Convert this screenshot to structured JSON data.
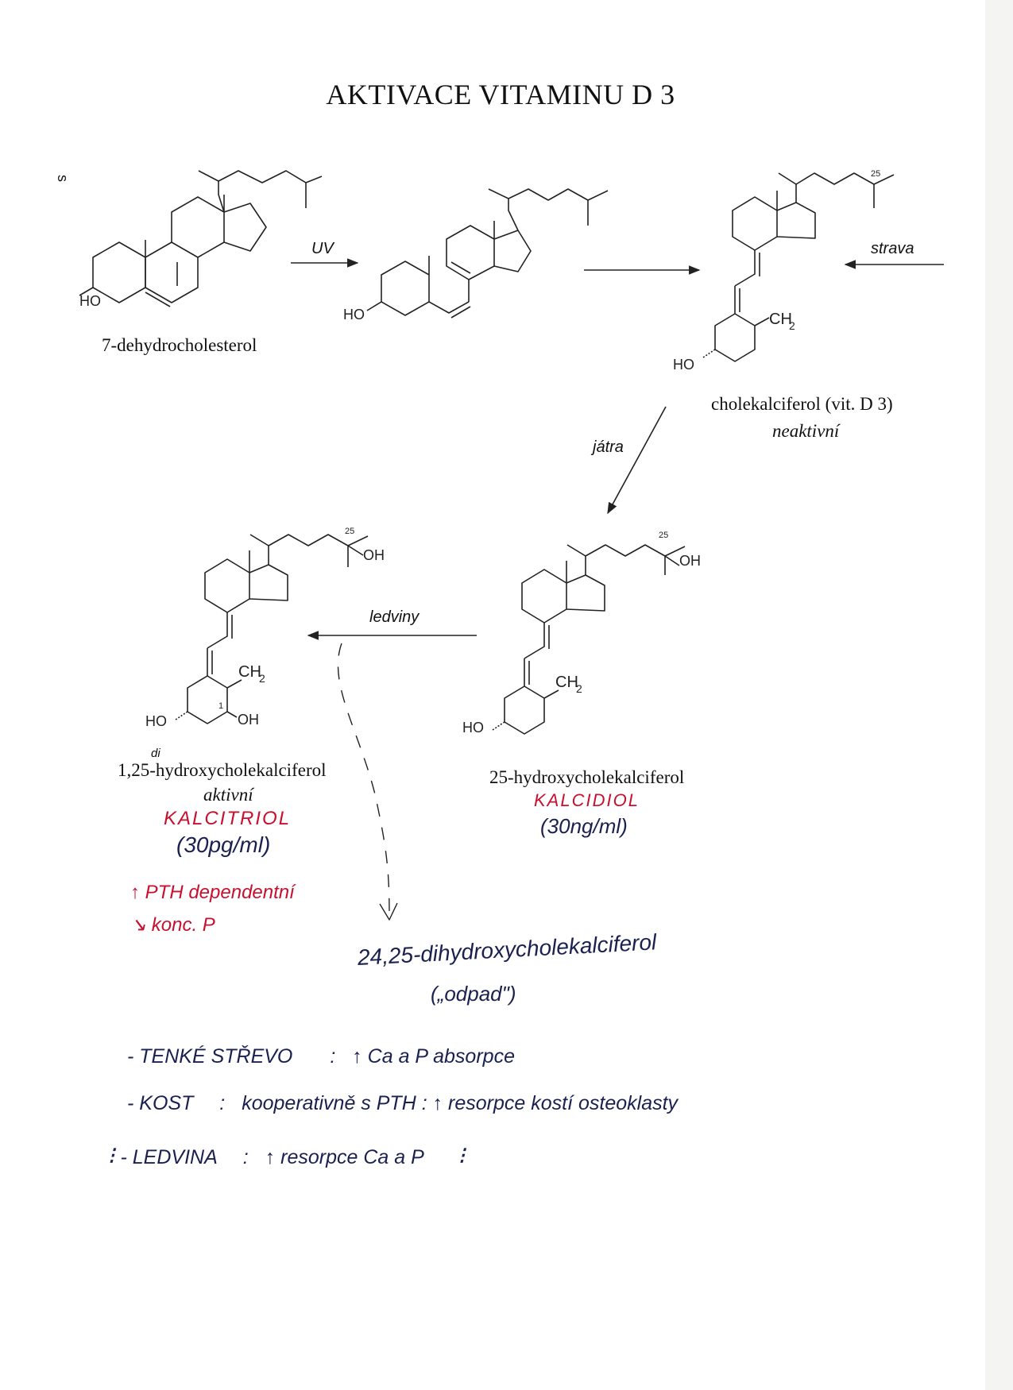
{
  "title": "AKTIVACE VITAMINU D 3",
  "page_mark": "s",
  "arrows": {
    "uv": "UV",
    "strava": "strava",
    "jatra": "játra",
    "ledviny": "ledviny"
  },
  "molecules": {
    "m1": {
      "name": "7-dehydrocholesterol",
      "ho": "HO"
    },
    "m2": {
      "ho": "HO"
    },
    "m3": {
      "name": "cholekalciferol (vit. D 3)",
      "state": "neaktivní",
      "ho": "HO",
      "ch2": "CH",
      "sub2": "2",
      "c25": "25"
    },
    "m4": {
      "name": "25-hydroxycholekalciferol",
      "ho": "HO",
      "oh": "OH",
      "ch2": "CH",
      "sub2": "2",
      "c25": "25"
    },
    "m5": {
      "name": "1,25-hydroxycholekalciferol",
      "insert": "di",
      "state": "aktivní",
      "ho": "HO",
      "oh1": "OH",
      "oh25": "OH",
      "ch2": "CH",
      "sub2": "2",
      "c25": "25",
      "c1": "1"
    }
  },
  "handwritten": {
    "kalcitriol": "KALCITRIOL",
    "kalcitriol_conc": "(30pg/ml)",
    "pth": "↑ PTH dependentní",
    "konc_p": "↘ konc. P",
    "kalcidiol": "KALCIDIOL",
    "kalcidiol_conc": "(30ng/ml)",
    "dihydroxy": "24,25-dihydroxycholekalciferol",
    "odpad": "(„odpad\")",
    "effects": [
      {
        "organ": "- TENKÉ STŘEVO",
        "sep": ":",
        "text": "↑ Ca a P absorpce"
      },
      {
        "organ": "- KOST",
        "sep": ":",
        "text": "kooperativně s PTH : ↑ resorpce kostí osteoklasty"
      },
      {
        "organ": "- LEDVINA",
        "sep": ":",
        "text": "↑ resorpce Ca a P"
      }
    ]
  }
}
